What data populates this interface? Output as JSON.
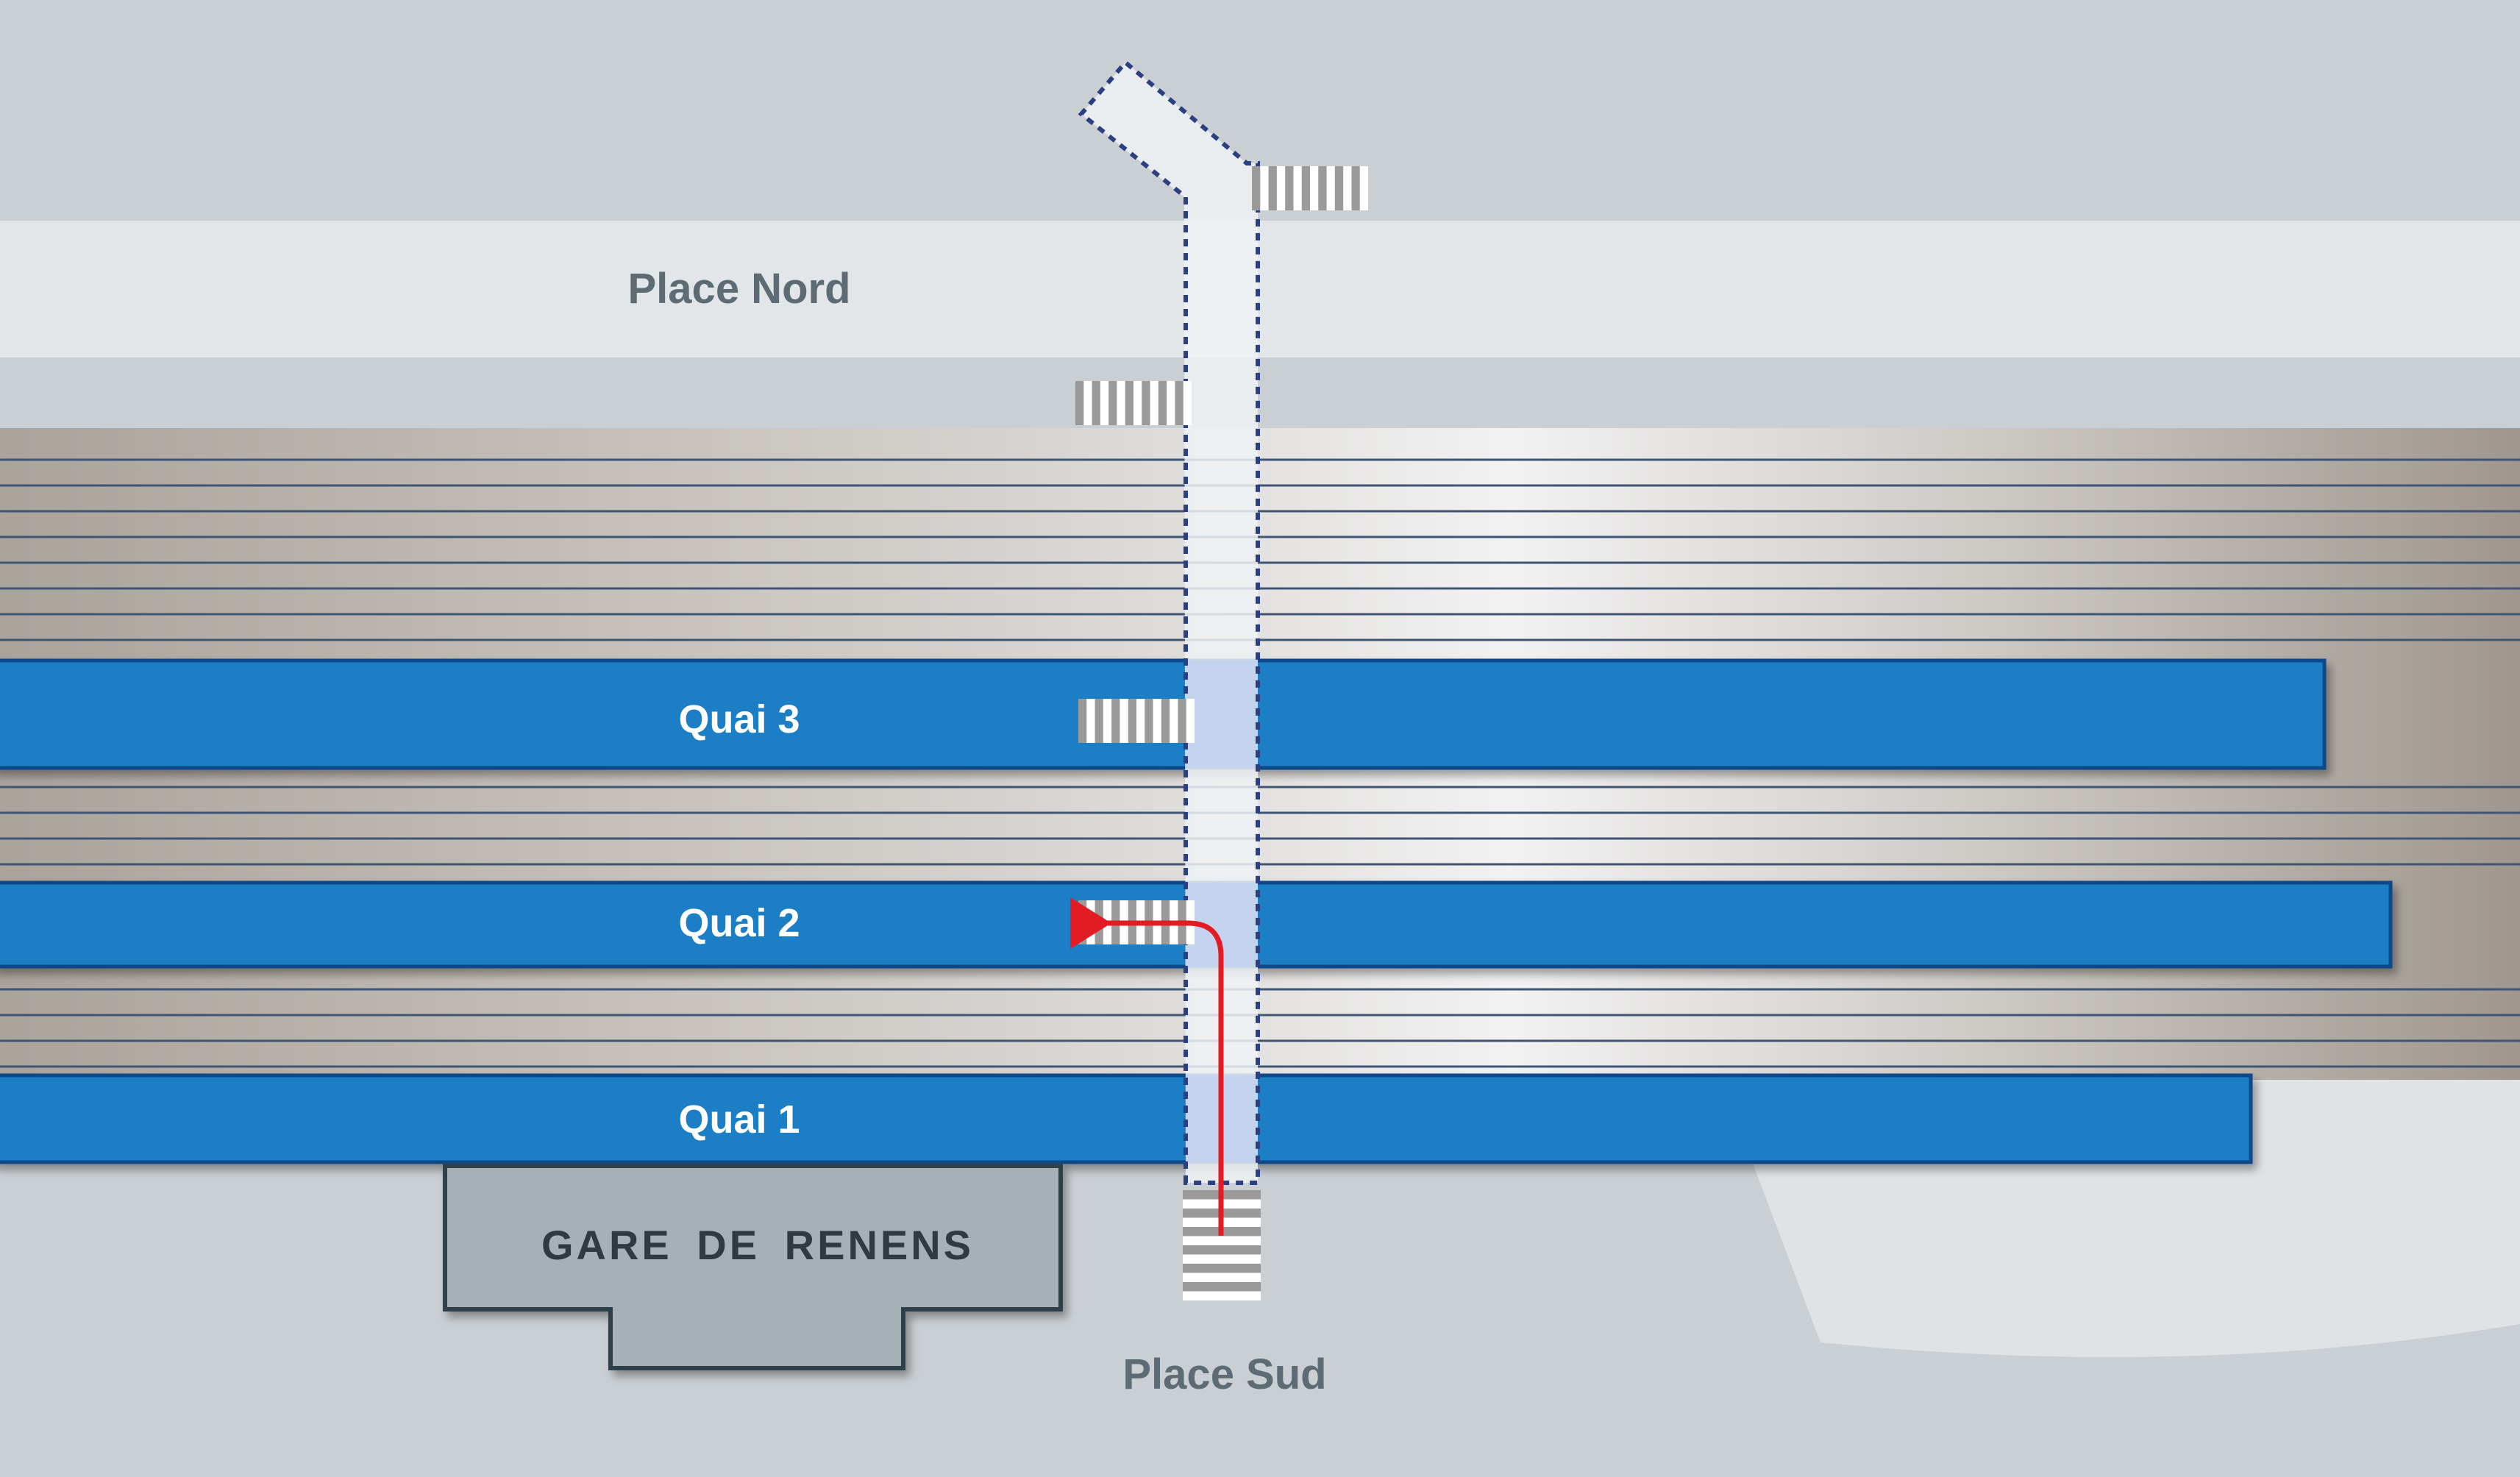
{
  "map": {
    "title": "",
    "labels": {
      "place_nord": "Place Nord",
      "place_sud": "Place Sud",
      "station": "GARE DE RENENS"
    },
    "platforms": [
      {
        "id": "quai-3",
        "label": "Quai 3"
      },
      {
        "id": "quai-2",
        "label": "Quai 2"
      },
      {
        "id": "quai-1",
        "label": "Quai 1"
      }
    ],
    "route": {
      "from": "Place Sud",
      "to": "Quai 2",
      "color": "#e31b23"
    },
    "colors": {
      "background": "#cacfd3",
      "place_nord_band": "#e2e6e9",
      "platform_blue": "#1f7fc6",
      "platform_border": "#0f4a8a",
      "track_line": "#3f5573",
      "passage": "#eff2f5",
      "passage_border": "#2c3f80",
      "station_building": "#a8b0b7"
    }
  }
}
